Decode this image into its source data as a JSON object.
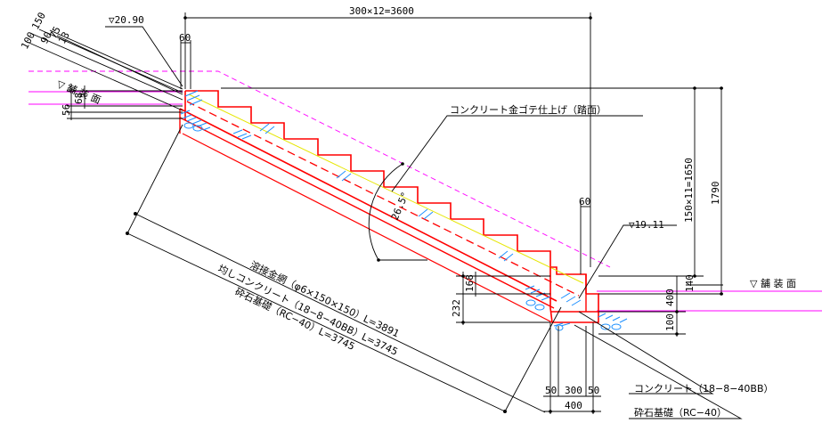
{
  "dims": {
    "horizontal_total": "300×12=3600",
    "vertical_steps": "150×11=1650",
    "vertical_total": "1790",
    "top_slab_labels": [
      "100",
      "150",
      "90",
      "75",
      "13"
    ],
    "top_60": "60",
    "bottom_60": "60",
    "left_68": "68",
    "left_56": "56",
    "right_140": "140",
    "right_400": "400",
    "right_100": "100",
    "left_232": "232",
    "left_168": "168",
    "bottom_50a": "50",
    "bottom_300": "300",
    "bottom_50b": "50",
    "bottom_400": "400",
    "angle": "26.5°"
  },
  "levels": {
    "top": "▽20.90",
    "bottom": "▽19.11"
  },
  "labels": {
    "pavement_left": "▽ 舗 装 面",
    "pavement_right": "▽ 舗 装 面",
    "finish": "コンクリート金ゴテ仕上げ（踏面）",
    "mesh": "溶接金網（φ6×150×150）L=3891",
    "leveling": "均しコンクリート（18−8−40BB）L=3745",
    "crushed_stone": "砕石基礎（RC−40）L=3745",
    "concrete": "コンクリート（18−8−40BB）",
    "crushed_base": "砕石基礎（RC−40）"
  },
  "colors": {
    "outline": "#ff0000",
    "pavement": "#ff00ff",
    "hatch": "#1e90ff",
    "finish_line": "#e6e600"
  }
}
